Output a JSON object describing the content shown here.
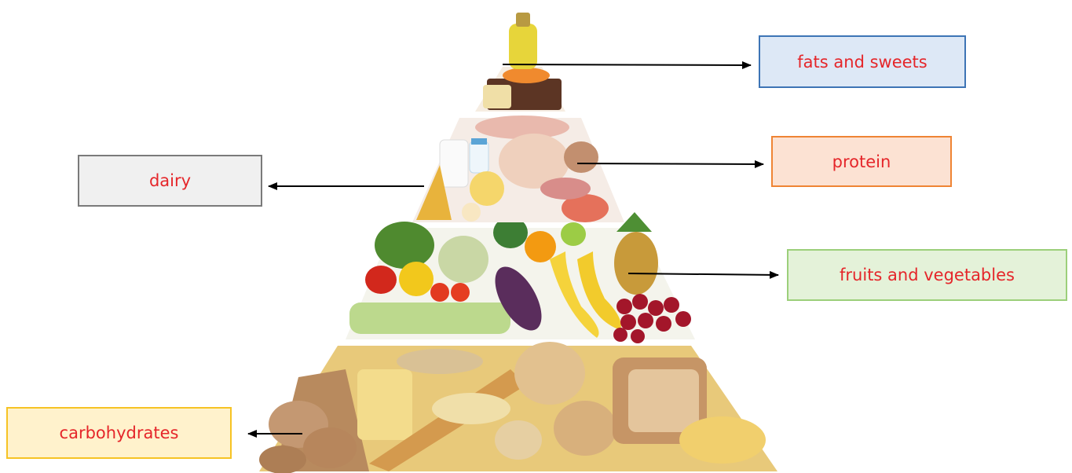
{
  "labels": {
    "fats": "fats and sweets",
    "protein": "protein",
    "dairy": "dairy",
    "fruits_vegetables": "fruits and vegetables",
    "carbohydrates": "carbohydrates"
  },
  "colors": {
    "label_text": "#e5262a",
    "fats_border": "#3d74b5",
    "fats_fill": "#dde8f6",
    "protein_border": "#ef8434",
    "protein_fill": "#fce2d3",
    "dairy_border": "#7a7a7a",
    "dairy_fill": "#f0f0f0",
    "fruit_border": "#9ccf7a",
    "fruit_fill": "#e4f2d9",
    "carbs_border": "#f6c324",
    "carbs_fill": "#fff2cc",
    "arrow": "#000000"
  }
}
